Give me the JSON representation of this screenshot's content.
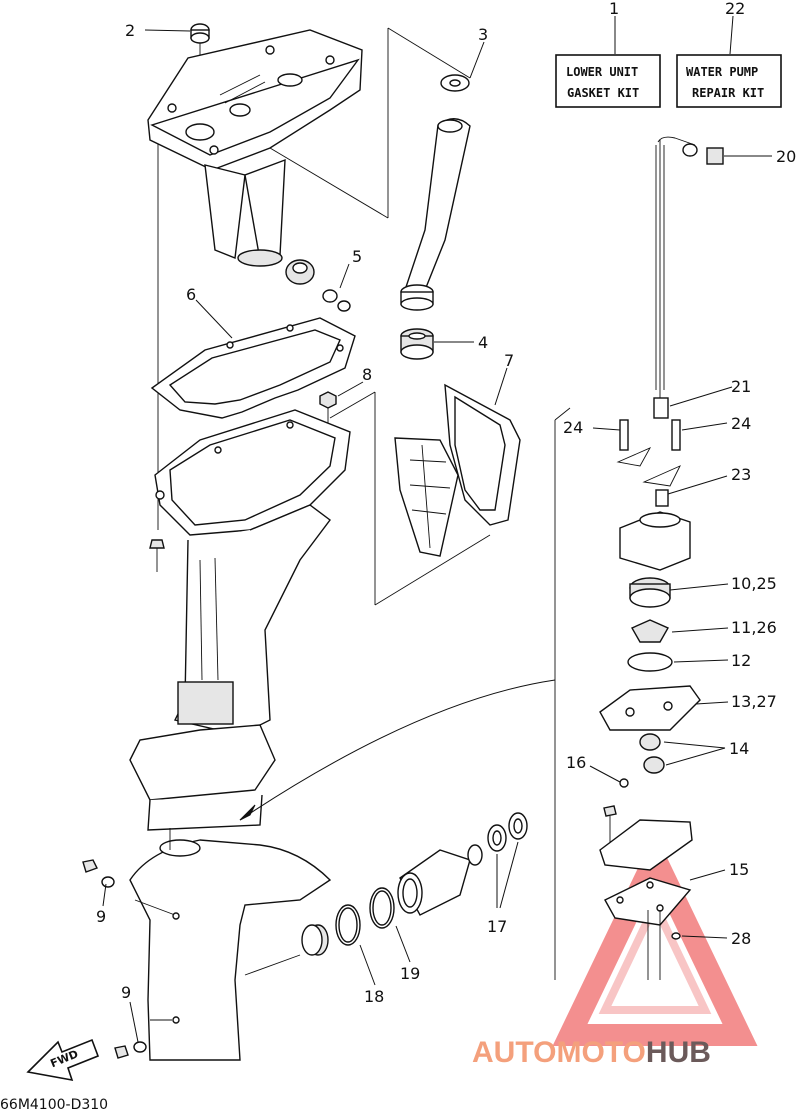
{
  "diagram": {
    "code": "66M4100-D310",
    "fwd_label": "FWD"
  },
  "kits": {
    "lower_unit": {
      "number": "1",
      "line1": "LOWER UNIT",
      "line2": "GASKET KIT"
    },
    "water_pump": {
      "number": "22",
      "line1": "WATER PUMP",
      "line2": "REPAIR KIT"
    }
  },
  "callouts": {
    "c2": "2",
    "c3": "3",
    "c4": "4",
    "c5": "5",
    "c6": "6",
    "c7": "7",
    "c8": "8",
    "c9a": "9",
    "c9b": "9",
    "c10": "10,25",
    "c11": "11,26",
    "c12": "12",
    "c13": "13,27",
    "c14": "14",
    "c15": "15",
    "c16": "16",
    "c17": "17",
    "c18": "18",
    "c19": "19",
    "c20": "20",
    "c21": "21",
    "c23": "23",
    "c24a": "24",
    "c24b": "24",
    "c28": "28"
  },
  "watermark": {
    "part1": "AUTOMOTO",
    "part2": "HUB",
    "accent_color": "#f4a07c",
    "dark_color": "#6b5a5a"
  }
}
